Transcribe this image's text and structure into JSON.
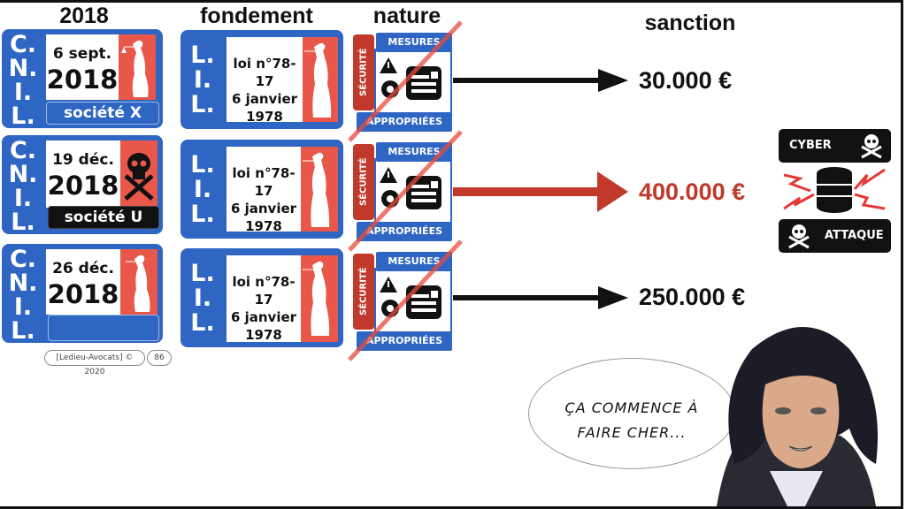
{
  "headers": {
    "year": "2018",
    "basis": "fondement",
    "nature": "nature",
    "sanction": "sanction"
  },
  "rows": [
    {
      "authority_letters": [
        "C.",
        "N.",
        "I.",
        "L."
      ],
      "date_small": "6 sept.",
      "date_year": "2018",
      "company": "société X",
      "company_style": "blue",
      "badge_icon": "justice-statue-icon",
      "law_letters": [
        "L.",
        "I.",
        "L."
      ],
      "law_lines": [
        "loi n°78-17",
        "6 janvier",
        "1978"
      ],
      "nature_security": "SÉCURITÉ",
      "nature_top": "MESURES",
      "nature_bottom": "APPROPRIÉES",
      "amount": "30.000 €",
      "amount_color": "#111111"
    },
    {
      "authority_letters": [
        "C.",
        "N.",
        "I.",
        "L."
      ],
      "date_small": "19 déc.",
      "date_year": "2018",
      "company": "société U",
      "company_style": "black",
      "badge_icon": "skull-crossbones-icon",
      "law_letters": [
        "L.",
        "I.",
        "L."
      ],
      "law_lines": [
        "loi n°78-17",
        "6 janvier",
        "1978"
      ],
      "nature_security": "SÉCURITÉ",
      "nature_top": "MESURES",
      "nature_bottom": "APPROPRIÉES",
      "amount": "400.000 €",
      "amount_color": "#c0392b"
    },
    {
      "authority_letters": [
        "C.",
        "N.",
        "I.",
        "L."
      ],
      "date_small": "26 déc.",
      "date_year": "2018",
      "company": "",
      "company_style": "blue",
      "badge_icon": "justice-statue-icon",
      "law_letters": [
        "L.",
        "I.",
        "L."
      ],
      "law_lines": [
        "loi n°78-17",
        "6 janvier",
        "1978"
      ],
      "nature_security": "SÉCURITÉ",
      "nature_top": "MESURES",
      "nature_bottom": "APPROPRIÉES",
      "amount": "250.000 €",
      "amount_color": "#111111"
    }
  ],
  "cyber_attack": {
    "top_label": "CYBER",
    "bottom_label": "ATTAQUE",
    "icon": "database-attack-icon"
  },
  "speech_bubble": {
    "line1": "ÇA COMMENCE À",
    "line2": "FAIRE CHER..."
  },
  "footer": {
    "copyright": "[Ledieu-Avocats] © 2020",
    "page_number": "86"
  },
  "colors": {
    "blue": "#2f66c3",
    "red": "#e8574a",
    "dark_red": "#c0392b",
    "black": "#111111"
  }
}
